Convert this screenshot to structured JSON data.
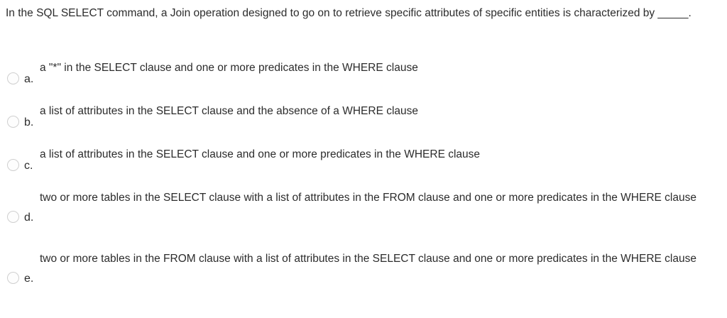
{
  "question": {
    "text": "In the SQL SELECT command, a Join operation designed to go on to retrieve specific attributes of specific entities is characterized by _____."
  },
  "colors": {
    "background": "#ffffff",
    "text": "#2c2c2c",
    "radio_border": "#cfcfcf",
    "radio_fill": "#fdfdfd"
  },
  "options": [
    {
      "letter": "a.",
      "text": "a \"*\" in the SELECT clause and one or more predicates in the WHERE clause",
      "selected": false,
      "lines": 1
    },
    {
      "letter": "b.",
      "text": "a list of attributes in the SELECT clause and the absence of a WHERE clause",
      "selected": false,
      "lines": 1
    },
    {
      "letter": "c.",
      "text": "a list of attributes in the SELECT clause and one or more predicates in the WHERE clause",
      "selected": false,
      "lines": 1
    },
    {
      "letter": "d.",
      "text": "two or more tables in the SELECT clause with a list of attributes in the FROM clause and one or more predicates in the WHERE clause",
      "selected": false,
      "lines": 2
    },
    {
      "letter": "e.",
      "text": "two or more tables in the FROM clause with a list of attributes in the SELECT clause and one or more predicates in the WHERE clause",
      "selected": false,
      "lines": 2
    }
  ]
}
